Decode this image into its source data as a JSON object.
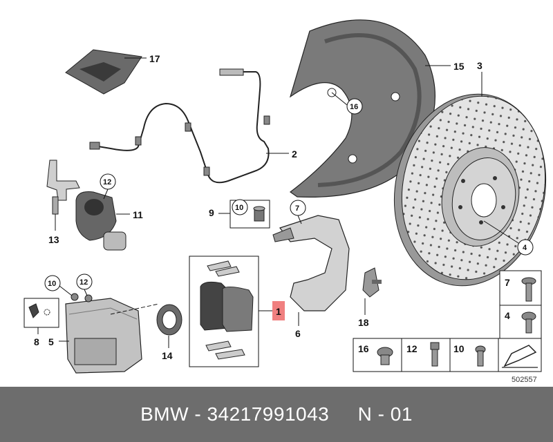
{
  "callouts": {
    "c1": "1",
    "c2": "2",
    "c3": "3",
    "c4": "4",
    "c5": "5",
    "c6": "6",
    "c7": "7",
    "c8": "8",
    "c9": "9",
    "c10": "10",
    "c11": "11",
    "c12": "12",
    "c13": "13",
    "c14": "14",
    "c15": "15",
    "c16": "16",
    "c17": "17",
    "c18": "18"
  },
  "hardware_panel": {
    "h7": "7",
    "h4": "4",
    "h16": "16",
    "h12": "12",
    "h10": "10"
  },
  "image_id": "502557",
  "footer": {
    "brand": "BMW",
    "separator": " - ",
    "part_number": "34217991043",
    "gap": "     ",
    "suffix": "N - 01"
  },
  "colors": {
    "footer_bg": "#6d6d6d",
    "highlight": "#f08080"
  }
}
